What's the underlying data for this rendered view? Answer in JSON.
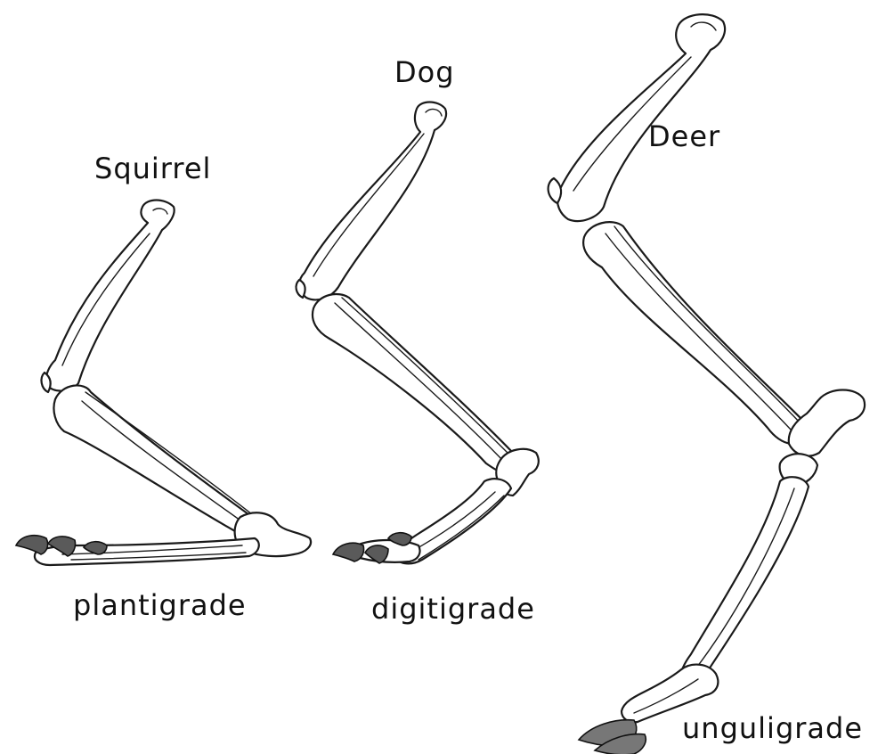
{
  "animals": [
    {
      "name": "Squirrel",
      "gait": "plantigrade"
    },
    {
      "name": "Dog",
      "gait": "digitigrade"
    },
    {
      "name": "Deer",
      "gait": "unguligrade"
    }
  ]
}
